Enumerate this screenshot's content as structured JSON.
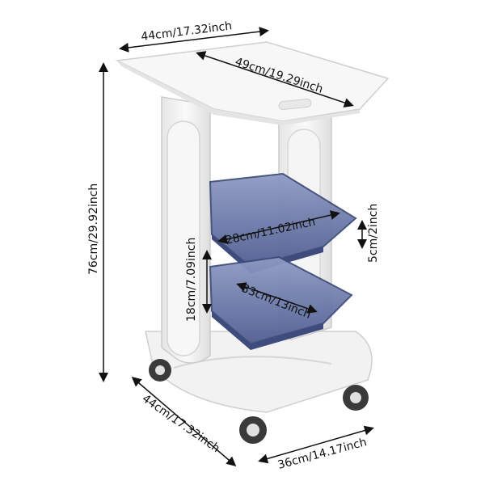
{
  "product": {
    "dimensions": {
      "top_width": "44cm/17.32inch",
      "top_depth": "49cm/19.29inch",
      "total_height": "76cm/29.92inch",
      "tray_width": "28cm/11.02inch",
      "tray_depth": "33cm/13inch",
      "tray_height": "5cm/2inch",
      "tray_spacing": "18cm/7.09inch",
      "base_width": "44cm/17.32inch",
      "base_depth": "36cm/14.17inch"
    },
    "colors": {
      "body": "#f4f4f4",
      "tray": "#5f6f9e",
      "wheel": "#3a3a3a"
    }
  }
}
